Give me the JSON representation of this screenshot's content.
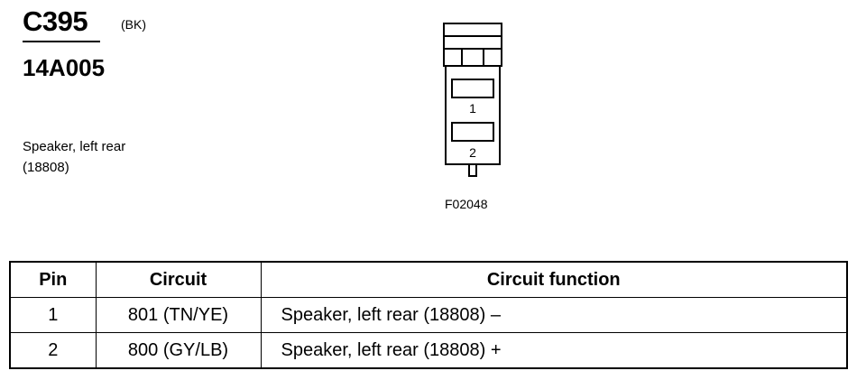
{
  "header": {
    "connector_id": "C395",
    "connector_color": "(BK)",
    "part_number": "14A005",
    "component_name": "Speaker, left rear",
    "component_code": "(18808)"
  },
  "figure": {
    "pin_labels": [
      "1",
      "2"
    ],
    "figure_id": "F02048"
  },
  "table": {
    "headers": {
      "pin": "Pin",
      "circuit": "Circuit",
      "function": "Circuit function"
    },
    "rows": [
      {
        "pin": "1",
        "circuit": "801 (TN/YE)",
        "function": "Speaker, left rear (18808) –"
      },
      {
        "pin": "2",
        "circuit": "800 (GY/LB)",
        "function": "Speaker, left rear (18808) +"
      }
    ]
  }
}
